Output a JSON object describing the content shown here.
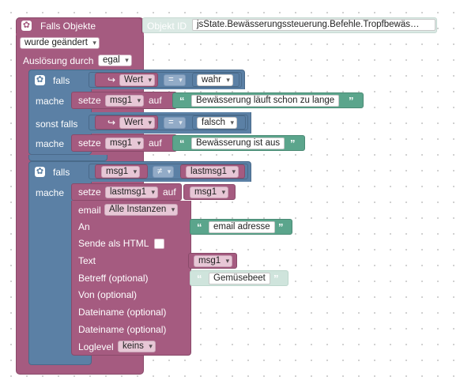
{
  "trigger": {
    "falls_objekte": "Falls Objekte",
    "objekt_id_label": "Objekt ID",
    "objekt_id_value": "jsState.Bewässerungssteuerung.Befehle.Tropfbewäs…",
    "wurde_geandert": "wurde geändert",
    "auslosung_durch": "Auslösung durch",
    "egal": "egal"
  },
  "if1": {
    "falls": "falls",
    "wert": "Wert",
    "op": "=",
    "value1": "wahr",
    "mache": "mache",
    "setze": "setze",
    "var": "msg1",
    "auf": "auf",
    "string1": "Bewässerung läuft schon zu lange",
    "sonst_falls": "sonst falls",
    "value2": "falsch",
    "string2": "Bewässerung ist aus"
  },
  "if2": {
    "falls": "falls",
    "left": "msg1",
    "op": "≠",
    "right": "lastmsg1",
    "mache": "mache",
    "setze": "setze",
    "set_var": "lastmsg1",
    "auf": "auf",
    "set_value": "msg1"
  },
  "email": {
    "email_label": "email",
    "instances": "Alle Instanzen",
    "an": "An",
    "an_value": "email adresse",
    "sende_html": "Sende als HTML",
    "text": "Text",
    "text_value": "msg1",
    "betreff": "Betreff (optional)",
    "betreff_value": "Gemüsebeet",
    "von": "Von (optional)",
    "datei1": "Dateiname (optional)",
    "datei2": "Dateiname (optional)",
    "loglevel": "Loglevel",
    "loglevel_value": "keins"
  },
  "colors": {
    "trigger": "#a55b80",
    "logic": "#5b80a5",
    "text": "#5ba58c"
  }
}
